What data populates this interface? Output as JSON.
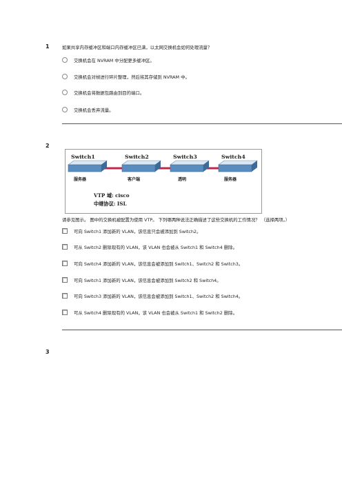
{
  "q1": {
    "number": "1",
    "text": "如果共享内存缓冲区和端口内存缓冲区已满，以太网交换机会如何处理流量？",
    "options": [
      "交换机会在 NVRAM 中分配更多缓冲区。",
      "交换机会对帧进行碎片整理，然后将其存储到 NVRAM 中。",
      "交换机会将数据包路由到目的端口。",
      "交换机会丢弃流量。"
    ]
  },
  "q2": {
    "number": "2",
    "diagram": {
      "switches": [
        "Switch1",
        "Switch2",
        "Switch3",
        "Switch4"
      ],
      "roles": [
        "服务器",
        "客户端",
        "透明",
        "服务器"
      ],
      "vtp_domain": "VTP 域: cisco",
      "trunk_protocol": "中继协议: ISL"
    },
    "text": "请参见图示。 图中的交换机被配置为使用 VTP。 下列哪两种说法正确描述了这些交换机的工作情况？ （选择两项。）",
    "options": [
      "可向 Switch1 添加新的 VLAN，该信息只会被添加到 Switch2。",
      "可从 Switch2 删除现有的 VLAN，该 VLAN 也会被从 Switch1 和 Switch4 删除。",
      "可向 Switch4 添加新的 VLAN，该信息会被添加到 Switch1、Switch2 和 Switch3。",
      "可向 Switch1 添加新的 VLAN，该信息会被添加到 Switch2 和 Switch4。",
      "可向 Switch3 添加新的 VLAN，该信息会被添加到 Switch1、Switch2 和 Switch4。",
      "可从 Switch4 删除现有的 VLAN，该 VLAN 也会被从 Switch1 和 Switch2 删除。"
    ]
  },
  "q3": {
    "number": "3"
  },
  "colors": {
    "link": "#c0284b",
    "switch_top": "#d8e6f2",
    "switch_front": "#4a7fb3"
  }
}
